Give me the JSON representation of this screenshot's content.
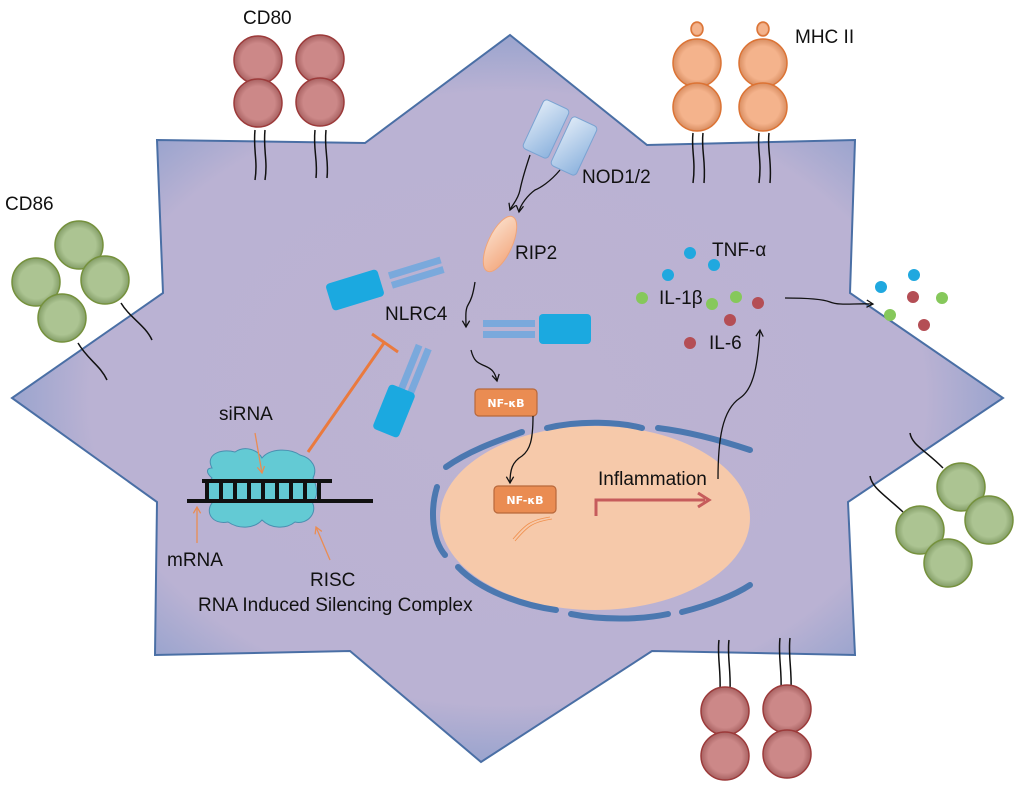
{
  "title": "siRNA silencing of NLRC4 in a dendritic cell",
  "colors": {
    "cell_fill_center": "#bcb3d2",
    "cell_fill_edge": "#6a8fc6",
    "cell_stroke": "#4a6fa5",
    "cd80": "#cc8888",
    "cd80_stroke": "#9c3a3a",
    "cd86": "#acc492",
    "cd86_stroke": "#75913c",
    "mhc": "#f4b38c",
    "mhc_stroke": "#dc7334",
    "nod": "#a8c6e6",
    "nlrc4_body": "#1ba9e0",
    "nlrc4_arm": "#7aa9dc",
    "nucleus": "#f6c9aa",
    "nuclear_envelope": "#4b78b0",
    "nfkb_box": "#ea8c52",
    "inhibit": "#ea7a3e",
    "risc": "#63cad4",
    "tnf": "#20a8df",
    "il1b": "#86c85b",
    "il6": "#b44e55",
    "transcription_arrow": "#c65c5c"
  },
  "labels": {
    "cd80": "CD80",
    "cd86": "CD86",
    "mhc2": "MHC II",
    "nod": "NOD1/2",
    "rip2": "RIP2",
    "nlrc4": "NLRC4",
    "nfkb_cyto": "NF-κB",
    "nfkb_nuc": "NF-κB",
    "inflammation": "Inflammation",
    "tnf": "TNF-α",
    "il1b": "IL-1β",
    "il6": "IL-6",
    "sirna": "siRNA",
    "mrna": "mRNA",
    "risc": "RISC",
    "risc_full": "RNA Induced Silencing Complex"
  }
}
